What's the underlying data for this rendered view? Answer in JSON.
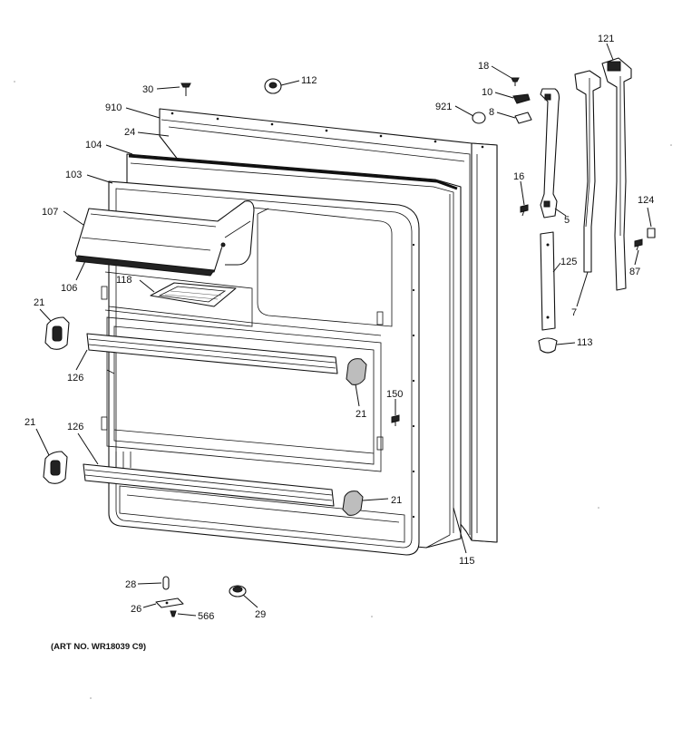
{
  "diagram": {
    "footer_note": "(ART NO. WR18039 C9)",
    "callouts": {
      "c30": "30",
      "c112": "112",
      "c910": "910",
      "c24": "24",
      "c104": "104",
      "c103": "103",
      "c107": "107",
      "c106": "106",
      "c118": "118",
      "c21a": "21",
      "c21b": "21",
      "c21c": "21",
      "c21d": "21",
      "c126a": "126",
      "c126b": "126",
      "c150": "150",
      "c115": "115",
      "c18": "18",
      "c10": "10",
      "c921": "921",
      "c8": "8",
      "c16": "16",
      "c5": "5",
      "c121": "121",
      "c124": "124",
      "c87": "87",
      "c125": "125",
      "c7": "7",
      "c113": "113",
      "c28": "28",
      "c26": "26",
      "c566": "566",
      "c29": "29"
    }
  }
}
